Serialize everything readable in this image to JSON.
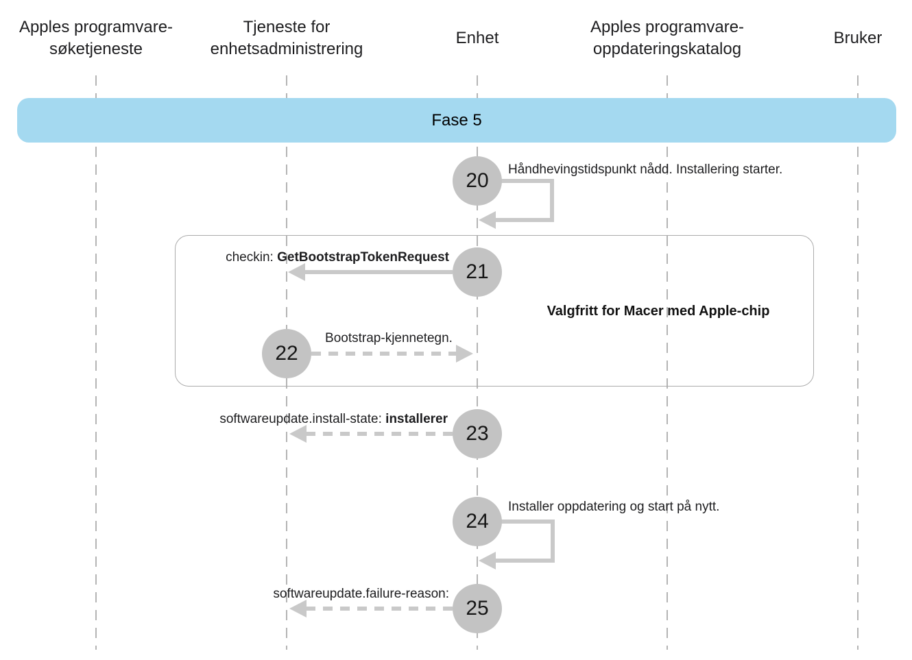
{
  "actors": [
    {
      "label": "Apples programvare-søketjeneste"
    },
    {
      "label": "Tjeneste for enhetsadministrering"
    },
    {
      "label": "Enhet"
    },
    {
      "label": "Apples programvare-oppdateringskatalog"
    },
    {
      "label": "Bruker"
    }
  ],
  "phase_banner": {
    "label": "Fase 5"
  },
  "optional_group": {
    "label": "Valgfritt for Macer med Apple-chip"
  },
  "steps": [
    {
      "number": "20",
      "label": "Håndhevingstidspunkt nådd. Installering starter.",
      "from": "Enhet",
      "to": "Enhet",
      "arrow": "self-loop-solid"
    },
    {
      "number": "21",
      "label_prefix": "checkin: ",
      "label_bold": "GetBootstrapTokenRequest",
      "from": "Enhet",
      "to": "Tjeneste for enhetsadministrering",
      "arrow": "solid-left"
    },
    {
      "number": "22",
      "label": "Bootstrap-kjennetegn.",
      "from": "Tjeneste for enhetsadministrering",
      "to": "Enhet",
      "arrow": "dashed-right"
    },
    {
      "number": "23",
      "label_prefix": "softwareupdate.install-state: ",
      "label_bold": "installerer",
      "from": "Enhet",
      "to": "Tjeneste for enhetsadministrering",
      "arrow": "dashed-left"
    },
    {
      "number": "24",
      "label": "Installer oppdatering og start på nytt.",
      "from": "Enhet",
      "to": "Enhet",
      "arrow": "self-loop-solid"
    },
    {
      "number": "25",
      "label": "softwareupdate.failure-reason:",
      "from": "Enhet",
      "to": "Tjeneste for enhetsadministrering",
      "arrow": "dashed-left"
    }
  ],
  "colors": {
    "banner_bg": "#a4d9f0",
    "circle_bg": "#c3c3c3",
    "arrow": "#c9c9c9",
    "lifeline": "#b4b4b4",
    "group_border": "#ababab",
    "text": "#1d1d1f"
  }
}
